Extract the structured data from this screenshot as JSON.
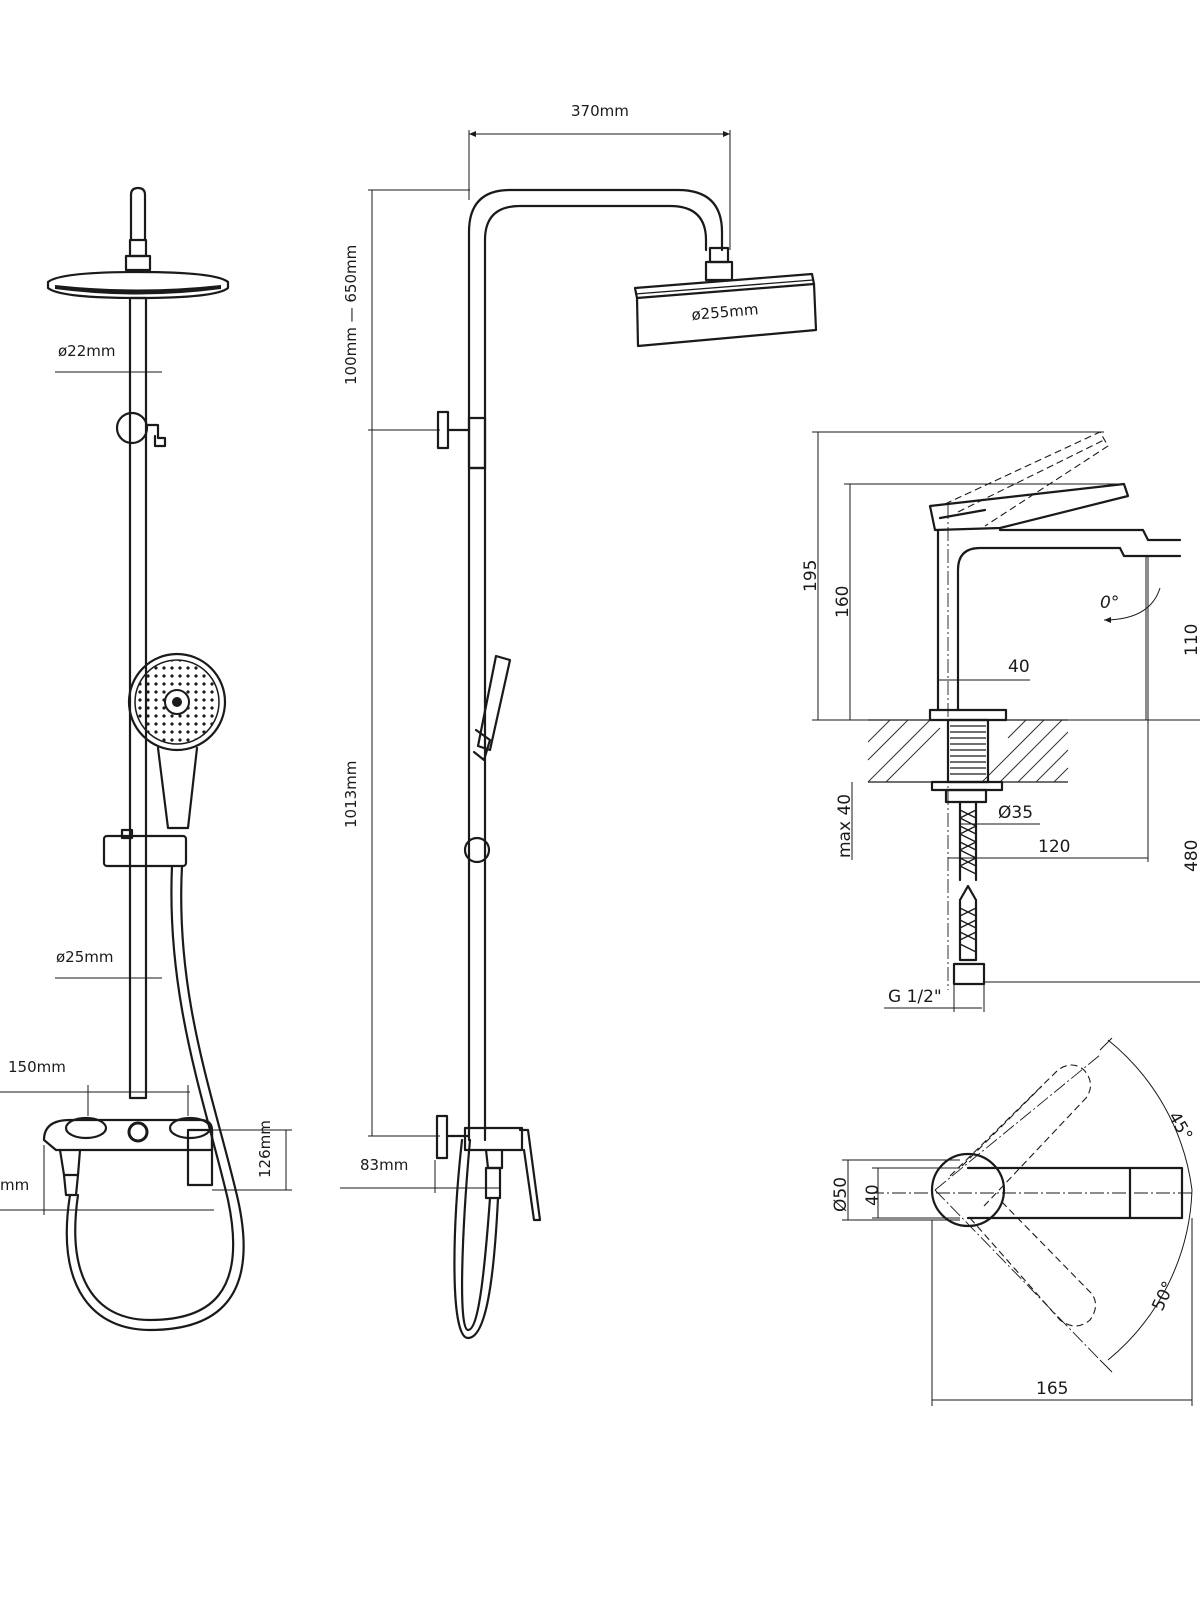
{
  "shower_column": {
    "front_view": {
      "arm_diameter": "ø22mm",
      "riser_diameter": "ø25mm",
      "mixer_centers": "150mm",
      "mixer_height": "126mm",
      "left_cut_label": "mm"
    },
    "side_view": {
      "arm_reach": "370mm",
      "adjust_range": "100mm — 650mm",
      "rail_length": "1013mm",
      "head_diameter": "ø255mm",
      "wall_offset": "83mm"
    }
  },
  "basin_mixer": {
    "side_view": {
      "lever_height": "195",
      "body_height": "160",
      "spout_height": "110",
      "body_width": "40",
      "deck_thickness": "max 40",
      "shank_diameter": "Ø35",
      "spout_reach": "120",
      "hose_length": "480",
      "connection": "G 1/2\"",
      "spout_angle": "0°"
    },
    "top_view": {
      "base_diameter": "Ø50",
      "body_width": "40",
      "length": "165",
      "rotation_hot": "45°",
      "rotation_cold": "50°"
    }
  }
}
